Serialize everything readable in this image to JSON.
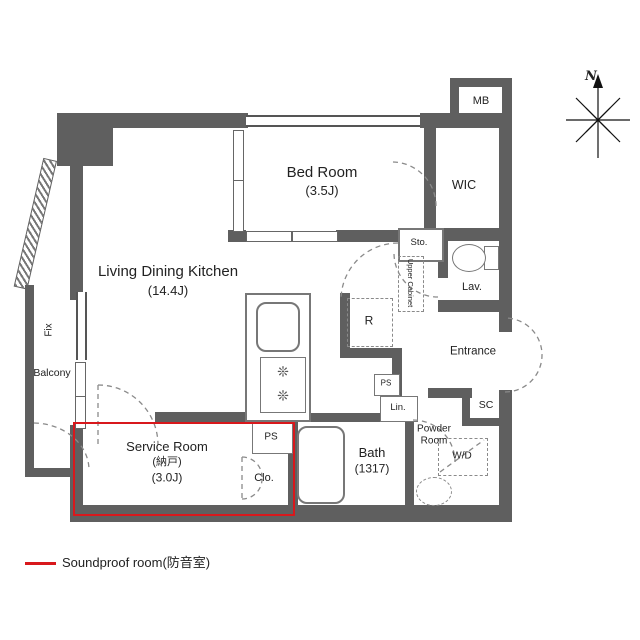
{
  "plan": {
    "rooms": {
      "mb": "MB",
      "bedroom": {
        "name": "Bed Room",
        "size": "(3.5J)"
      },
      "wic": "WIC",
      "ldk": {
        "name": "Living Dining Kitchen",
        "size": "(14.4J)"
      },
      "balcony": "Balcony",
      "fix": "Fix",
      "sto": "Sto.",
      "upper_cabinet": "Upper Cabinet",
      "lav": "Lav.",
      "refrigerator": "R",
      "entrance": "Entrance",
      "ps_hall": "PS",
      "lin": "Lin.",
      "sc": "SC",
      "service_room": {
        "name": "Service Room",
        "alt": "(納戸)",
        "size": "(3.0J)"
      },
      "ps_service": "PS",
      "closet": "Clo.",
      "bath": {
        "name": "Bath",
        "size": "(1317)"
      },
      "powder": {
        "line1": "Powder",
        "line2": "Room"
      },
      "wd": "W/D"
    },
    "compass": {
      "north": "N"
    },
    "legend": {
      "soundproof": "Soundproof room(防音室)"
    },
    "icons": {
      "burner": "❊"
    },
    "colors": {
      "wall": "#5f5f5f",
      "highlight": "#d8181c"
    }
  }
}
